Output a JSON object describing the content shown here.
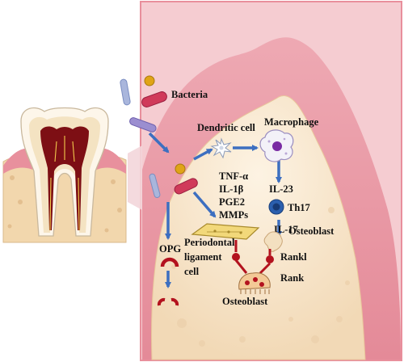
{
  "labels": {
    "bacteria": "Bacteria",
    "dendritic_cell": "Dendritic cell",
    "macrophage": "Macrophage",
    "il23": "IL-23",
    "th17": "Th17",
    "il17": "IL-17",
    "cytokines": [
      "TNF-α",
      "IL-1β",
      "PGE2",
      "MMPs"
    ],
    "osteoblast_top": "Osteoblast",
    "periodontal": [
      "Periodontal",
      "ligament",
      "cell"
    ],
    "opg": "OPG",
    "rankl": "Rankl",
    "rank": "Rank",
    "osteoblast_bottom": "Osteoblast"
  },
  "colors": {
    "background_panel": "#f3c2c8",
    "panel_border": "#e88f9c",
    "gingiva": "#e89aa5",
    "bone": "#f6e4c8",
    "arrow_blue": "#3d6fc0",
    "arrow_red": "#b3121e",
    "bacteria_rod": "#d03a5a",
    "bacteria_purple": "#9b8ed0",
    "coccus_gold": "#e0a417",
    "th17_blue": "#2b5fae",
    "macrophage_nucleus": "#7a2ca3"
  },
  "icons": [
    "tooth-icon",
    "bacteria-icon",
    "dendritic-cell-icon",
    "macrophage-icon",
    "th17-cell-icon",
    "osteoblast-icon",
    "periodontal-ligament-icon",
    "opg-icon",
    "osteoclast-icon"
  ]
}
